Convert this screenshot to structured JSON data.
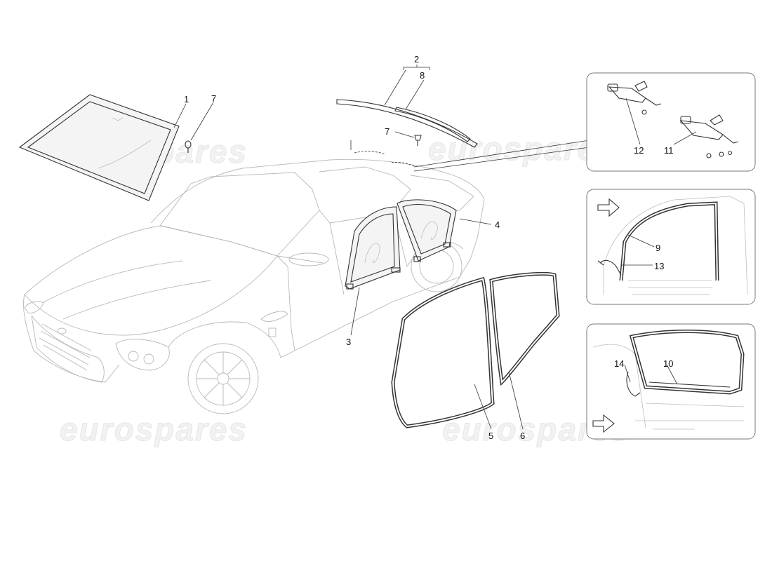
{
  "watermark": {
    "text": "eurospares"
  },
  "callouts": {
    "c1": "1",
    "c2": "2",
    "c3": "3",
    "c4": "4",
    "c5": "5",
    "c6": "6",
    "c7a": "7",
    "c7b": "7",
    "c8": "8",
    "c9": "9",
    "c10": "10",
    "c11": "11",
    "c12": "12",
    "c13": "13",
    "c14": "14"
  },
  "colors": {
    "line": "#333333",
    "car_outline": "#b8b8b8",
    "watermark": "#eeeeee"
  }
}
